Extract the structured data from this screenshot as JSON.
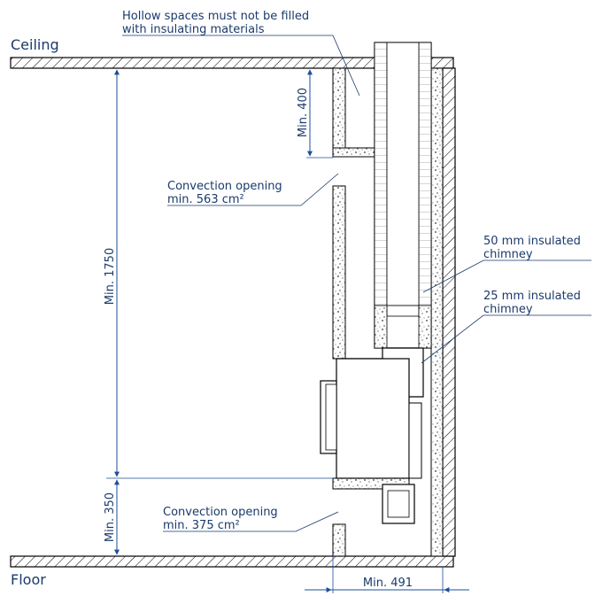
{
  "labels": {
    "ceiling": "Ceiling",
    "floor": "Floor",
    "hollow_line1": "Hollow spaces must not be filled",
    "hollow_line2": "with insulating materials",
    "conv_top_line1": "Convection opening",
    "conv_top_line2": "min. 563 cm²",
    "conv_bottom_line1": "Convection opening",
    "conv_bottom_line2": "min. 375 cm²",
    "ins50_line1": "50 mm insulated",
    "ins50_line2": "chimney",
    "ins25_line1": "25 mm insulated",
    "ins25_line2": "chimney"
  },
  "dimensions": {
    "min_400": "Min. 400",
    "min_1750": "Min. 1750",
    "min_350": "Min. 350",
    "min_491": "Min. 491"
  },
  "colors": {
    "outline": "#000000",
    "annotation": "#1a3a6b",
    "dimension": "#1a4f99"
  }
}
